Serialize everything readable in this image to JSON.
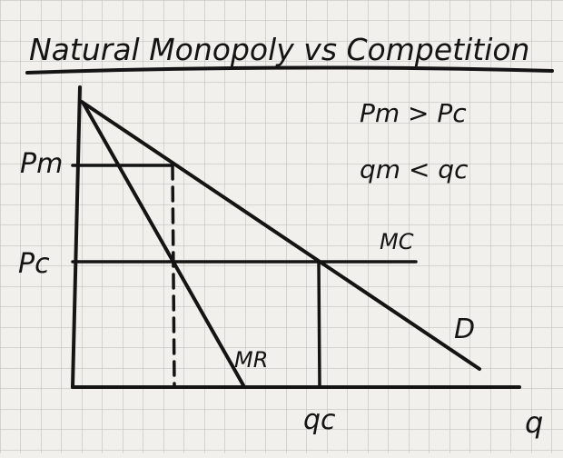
{
  "title": "Natural Monopoly vs Competition",
  "notes": {
    "line1": "Pm > Pc",
    "line2": "qm < qc"
  },
  "labels": {
    "pm": "Pm",
    "pc": "Pc",
    "mc": "MC",
    "mr": "MR",
    "demand": "D",
    "qc": "qc",
    "q_axis": "q"
  },
  "colors": {
    "ink": "#141414",
    "paper": "#f1f0ec",
    "grid": "#b9b9b6"
  }
}
